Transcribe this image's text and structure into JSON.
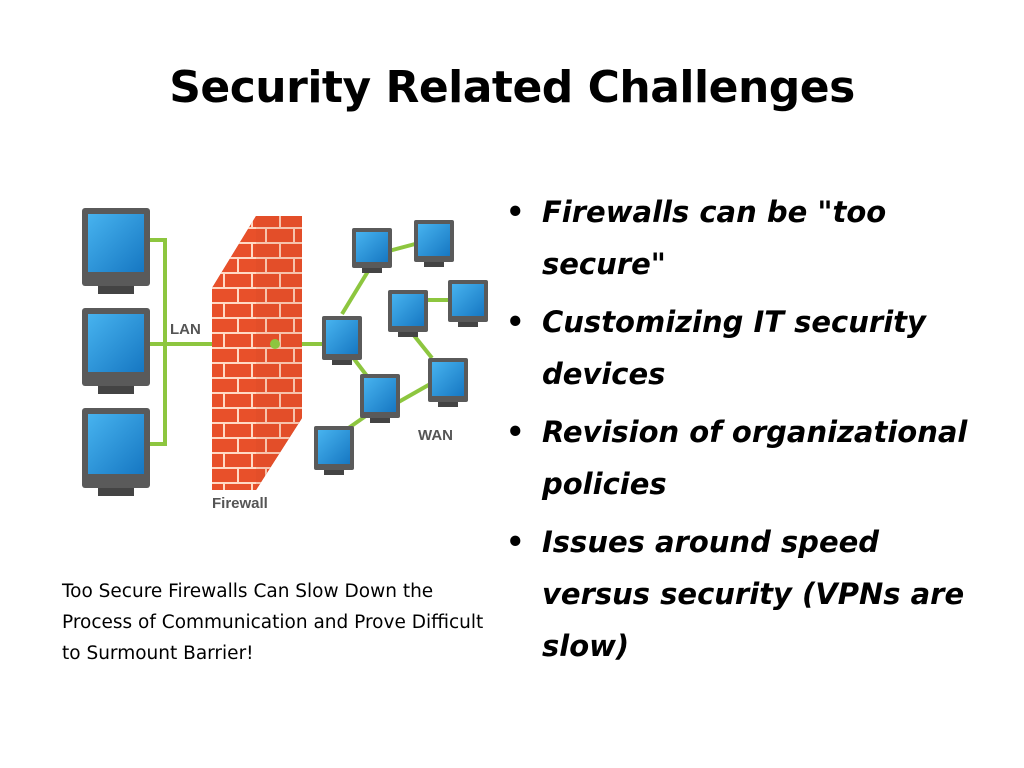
{
  "slide": {
    "title": "Security Related Challenges",
    "caption": "Too Secure Firewalls Can Slow Down the Process of Communication and Prove Difficult to Surmount Barrier!",
    "bullets": [
      {
        "text": "Firewalls can be \"too secure\""
      },
      {
        "text": "Customizing IT security devices"
      },
      {
        "text": "Revision of organizational policies"
      },
      {
        "text": "Issues around speed versus security (VPNs are slow)"
      }
    ]
  },
  "diagram": {
    "labels": {
      "lan": "LAN",
      "wan": "WAN",
      "firewall": "Firewall"
    },
    "colors": {
      "link": "#8dc63f",
      "brick": "#e8502a",
      "mortar": "#ffd9c4",
      "screen": "#1e8fd6",
      "monitor": "#5a5a5a"
    }
  }
}
